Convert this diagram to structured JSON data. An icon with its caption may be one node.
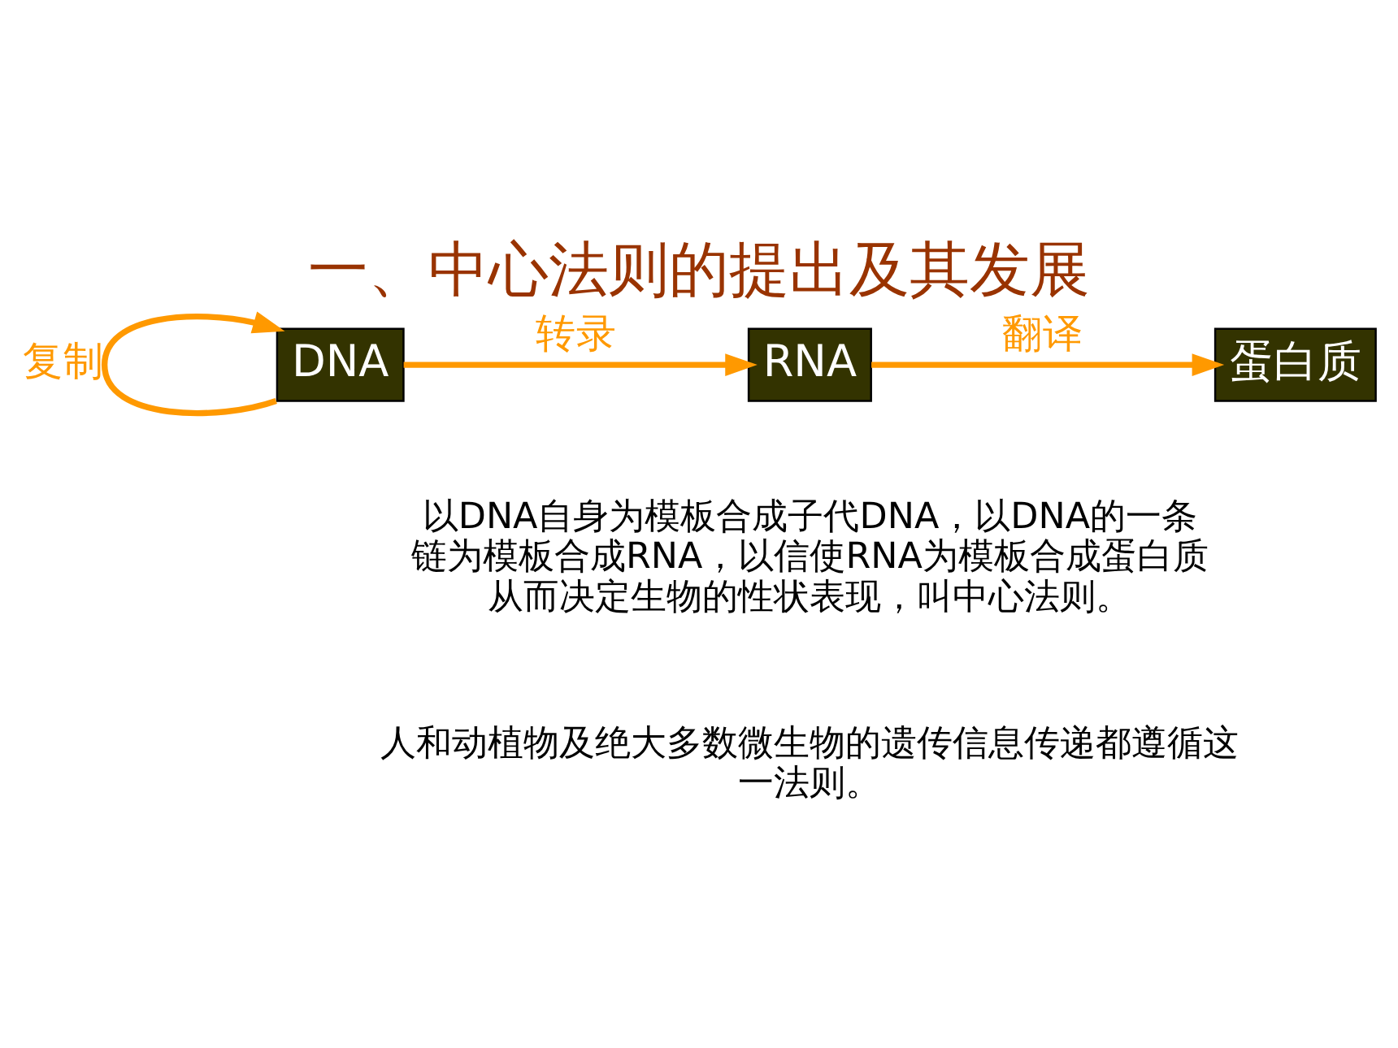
{
  "diagram": {
    "title": "一、中心法则的提出及其发展",
    "nodes": [
      {
        "text": [
          "DNA"
        ]
      },
      {
        "text": [
          "RNA"
        ]
      },
      {
        "text": [
          "蛋白质"
        ]
      }
    ],
    "edges": [
      {
        "from": 0,
        "to": 0,
        "arrow": "to",
        "label": "复制"
      },
      {
        "from": 0,
        "to": 1,
        "arrow": "to",
        "label": "转录"
      },
      {
        "from": 1,
        "to": 2,
        "arrow": "to",
        "label": "翻译"
      }
    ],
    "labels": [
      "以DNA自身为模板合成子代DNA，以DNA的一条链为模板合成RNA，以信使RNA为模板合成蛋白质从而决定生物的性状表现，叫中心法则。",
      "人和动植物及绝大多数微生物的遗传信息传递都遵循这一法则。"
    ]
  }
}
